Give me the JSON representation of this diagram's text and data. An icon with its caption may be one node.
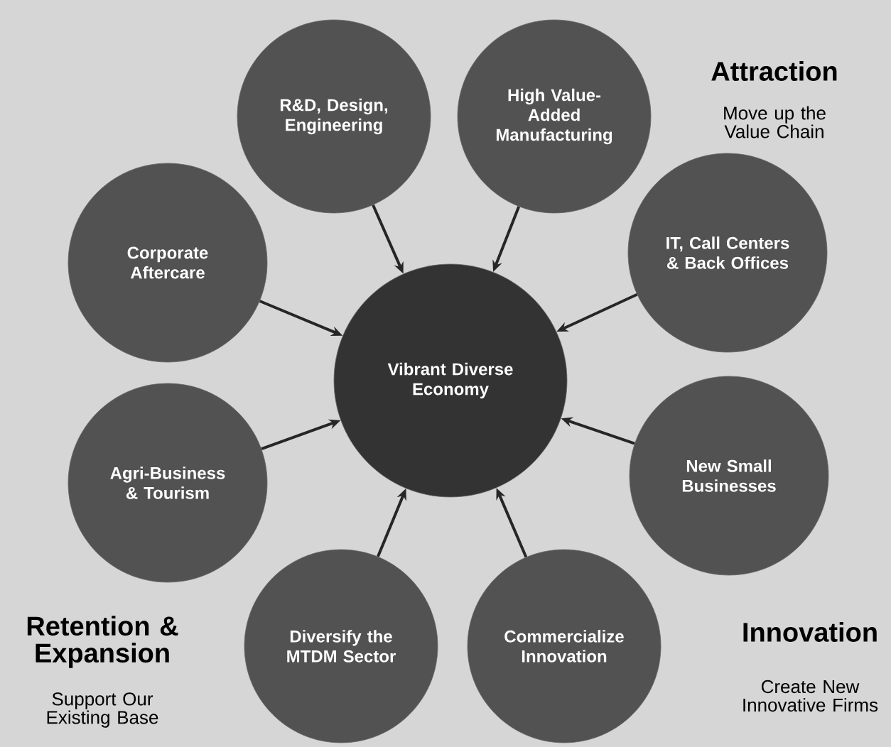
{
  "diagram": {
    "nodes": [
      {
        "text": [
          "Vibrant Diverse Economy"
        ]
      },
      {
        "text": [
          "R&D, Design, Engineering"
        ]
      },
      {
        "text": [
          "High Value-Added Manufacturing"
        ]
      },
      {
        "text": [
          "IT, Call Centers & Back Offices"
        ]
      },
      {
        "text": [
          "New Small Businesses"
        ]
      },
      {
        "text": [
          "Commercialize Innovation"
        ]
      },
      {
        "text": [
          "Diversify the MTDM Sector"
        ]
      },
      {
        "text": [
          "Agri-Business & Tourism"
        ]
      },
      {
        "text": [
          "Corporate Aftercare"
        ]
      }
    ],
    "edges": [
      {
        "from": 1,
        "to": 0,
        "arrow": "to"
      },
      {
        "from": 2,
        "to": 0,
        "arrow": "to"
      },
      {
        "from": 3,
        "to": 0,
        "arrow": "to"
      },
      {
        "from": 4,
        "to": 0,
        "arrow": "to"
      },
      {
        "from": 5,
        "to": 0,
        "arrow": "to"
      },
      {
        "from": 6,
        "to": 0,
        "arrow": "to"
      },
      {
        "from": 7,
        "to": 0,
        "arrow": "to"
      },
      {
        "from": 8,
        "to": 0,
        "arrow": "to"
      }
    ],
    "labels": [
      "Attraction",
      "Move up the Value Chain",
      "Retention & Expansion",
      "Support Our Existing Base",
      "Innovation",
      "Create New Innovative Firms"
    ]
  }
}
